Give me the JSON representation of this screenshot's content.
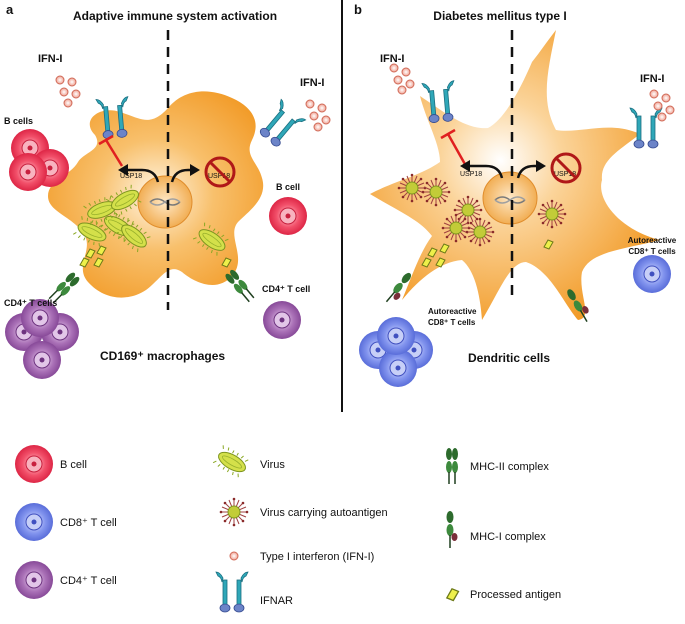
{
  "panel_a": {
    "letter": "a",
    "title": "Adaptive immune system activation",
    "ifn_left": "IFN-I",
    "ifn_right": "IFN-I",
    "usp18_active": "USP18",
    "usp18_inactive": "USP18",
    "b_cells_label": "B cells",
    "b_cell_label": "B cell",
    "cd4_cells_label": "CD4⁺ T cells",
    "cd4_cell_label": "CD4⁺ T cell",
    "cell_type_label": "CD169⁺ macrophages"
  },
  "panel_b": {
    "letter": "b",
    "title": "Diabetes mellitus type I",
    "ifn_left": "IFN-I",
    "ifn_right": "IFN-I",
    "usp18_active": "USP18",
    "usp18_inactive": "USP18",
    "autoreactive_right": [
      "Autoreactive",
      "CD8⁺ T cells"
    ],
    "autoreactive_left": [
      "Autoreactive",
      "CD8⁺ T cells"
    ],
    "cell_type_label": "Dendritic cells"
  },
  "legend": {
    "b_cell": "B cell",
    "cd8_t_cell": "CD8⁺ T cell",
    "cd4_t_cell": "CD4⁺ T cell",
    "virus": "Virus",
    "virus_autoantigen": "Virus carrying autoantigen",
    "ifn": "Type I interferon (IFN-I)",
    "ifnar": "IFNAR",
    "mhc2": "MHC-II complex",
    "mhc1": "MHC-I complex",
    "processed_antigen": "Processed antigen"
  },
  "colors": {
    "b_cell": "#e8344e",
    "cd8_t_cell": "#6b7fe0",
    "cd4_t_cell": "#9a5aa8",
    "cell_body": "#f5a93a",
    "virus": "#b6cc3a",
    "inhibit": "#e02020",
    "mhc": "#2d6b2d"
  }
}
